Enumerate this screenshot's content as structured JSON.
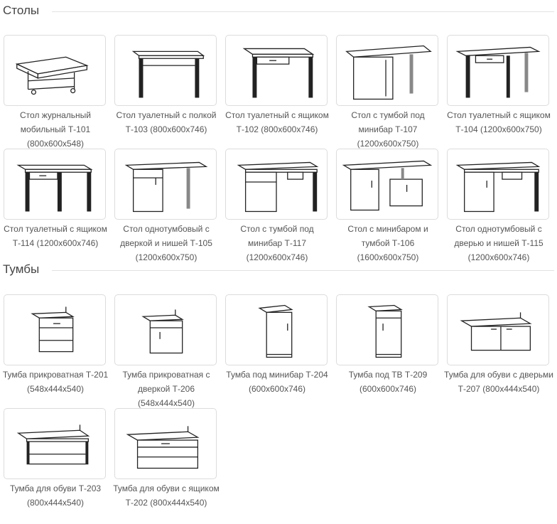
{
  "sections": [
    {
      "title": "Столы",
      "items": [
        {
          "caption": "Стол журнальный мобильный Т-101 (800x600x548)",
          "icon": "coffee-table-icon"
        },
        {
          "caption": "Стол туалетный с полкой Т-103 (800x600x746)",
          "icon": "desk-shelf-icon"
        },
        {
          "caption": "Стол туалетный с ящиком Т-102 (800x600x746)",
          "icon": "desk-drawer-icon"
        },
        {
          "caption": "Стол с тумбой под минибар Т-107 (1200x600x750)",
          "icon": "desk-minibar-icon"
        },
        {
          "caption": "Стол туалетный с ящиком Т-104 (1200x600x750)",
          "icon": "desk-long-drawer-icon"
        },
        {
          "caption": "Стол туалетный с ящиком Т-114 (1200x600x746)",
          "icon": "desk-drawer-wide-icon"
        },
        {
          "caption": "Стол однотумбовый с дверкой и нишей Т-105 (1200x600x750)",
          "icon": "desk-pedestal-door-icon"
        },
        {
          "caption": "Стол с тумбой под минибар Т-117 (1200x600x746)",
          "icon": "desk-minibar-cabinet-icon"
        },
        {
          "caption": "Стол с минибаром и тумбой Т-106 (1600x600x750)",
          "icon": "desk-minibar-pedestal-icon"
        },
        {
          "caption": "Стол однотумбовый с дверью и нишей Т-115 (1200x600x746)",
          "icon": "desk-pedestal-niche-icon"
        }
      ]
    },
    {
      "title": "Тумбы",
      "items": [
        {
          "caption": "Тумба прикроватная Т-201 (548x444x540)",
          "icon": "nightstand-icon"
        },
        {
          "caption": "Тумба прикроватная с дверкой Т-206 (548x444x540)",
          "icon": "nightstand-door-icon"
        },
        {
          "caption": "Тумба под минибар Т-204 (600x600x746)",
          "icon": "minibar-cabinet-icon"
        },
        {
          "caption": "Тумба под ТВ Т-209 (600x600x746)",
          "icon": "tv-cabinet-icon"
        },
        {
          "caption": "Тумба для обуви с дверьми Т-207 (800x444x540)",
          "icon": "shoe-cabinet-doors-icon"
        },
        {
          "caption": "Тумба для обуви Т-203 (800x444x540)",
          "icon": "shoe-rack-icon"
        },
        {
          "caption": "Тумба для обуви с ящиком Т-202 (800x444x540)",
          "icon": "shoe-cabinet-drawer-icon"
        }
      ]
    }
  ]
}
